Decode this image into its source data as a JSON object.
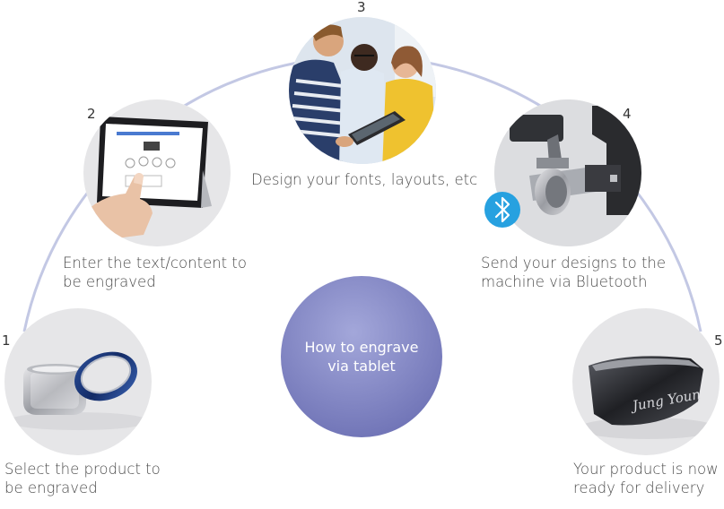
{
  "diagram": {
    "center_label": "How to engrave\nvia tablet",
    "steps": [
      {
        "number": "1",
        "caption": "Select the product to\nbe engraved",
        "image": "rings-photo"
      },
      {
        "number": "2",
        "caption": "Enter the text/content to\nbe engraved",
        "image": "tablet-touch-photo"
      },
      {
        "number": "3",
        "caption": "Design your fonts, layouts, etc",
        "image": "people-with-tablet-photo"
      },
      {
        "number": "4",
        "caption": "Send your designs to the\nmachine via Bluetooth",
        "image": "engraving-machine-photo"
      },
      {
        "number": "5",
        "caption": "Your product is now\nready for delivery",
        "image": "engraved-ring-photo"
      }
    ],
    "ring_engraving_text": "Jung Youn",
    "icons": [
      "bluetooth-icon"
    ],
    "colors": {
      "arc": "#c3c8e4",
      "center_circle_light": "#a3a7da",
      "center_circle_dark": "#6e72b5",
      "photo_background": "#e6e6e8",
      "bluetooth": "#27a1e0"
    }
  }
}
